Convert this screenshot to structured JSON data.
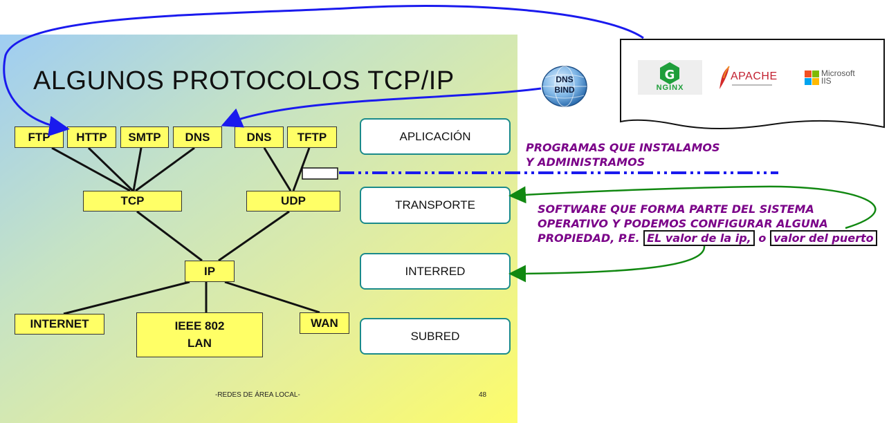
{
  "slide": {
    "title": "ALGUNOS PROTOCOLOS TCP/IP",
    "footer_label": "-REDES DE ÁREA LOCAL-",
    "page_number": "48"
  },
  "protocols": {
    "ftp": "FTP",
    "http": "HTTP",
    "smtp": "SMTP",
    "dns1": "DNS",
    "dns2": "DNS",
    "tftp": "TFTP",
    "tcp": "TCP",
    "udp": "UDP",
    "ip": "IP",
    "internet": "INTERNET",
    "ieee_line1": "IEEE 802",
    "ieee_line2": "LAN",
    "wan": "WAN"
  },
  "layers": {
    "aplicacion": "APLICACIÓN",
    "transporte": "TRANSPORTE",
    "interred": "INTERRED",
    "subred": "SUBRED"
  },
  "dns_bind_logo": {
    "line1": "DNS",
    "line2": "BIND"
  },
  "servers": {
    "nginx": "NGINX",
    "apache": "APACHE",
    "microsoft_line1": "Microsoft",
    "microsoft_line2": "IIS"
  },
  "notes": {
    "programs_line1": "PROGRAMAS QUE INSTALAMOS",
    "programs_line2": "Y ADMINISTRAMOS",
    "software_line1": "SOFTWARE QUE FORMA PARTE DEL SISTEMA",
    "software_line2": "OPERATIVO Y PODEMOS CONFIGURAR ALGUNA",
    "software_prefix": "PROPIEDAD, P.E.",
    "ip_value": "EL valor de la ip,",
    "connector": "o",
    "port_value": "valor del puerto"
  },
  "colors": {
    "protocol_fill": "#ffff66",
    "layer_border": "#1a8a8a",
    "note_text": "#7a0088",
    "blue_arrow": "#1a1aee",
    "green_arrow": "#118811"
  }
}
